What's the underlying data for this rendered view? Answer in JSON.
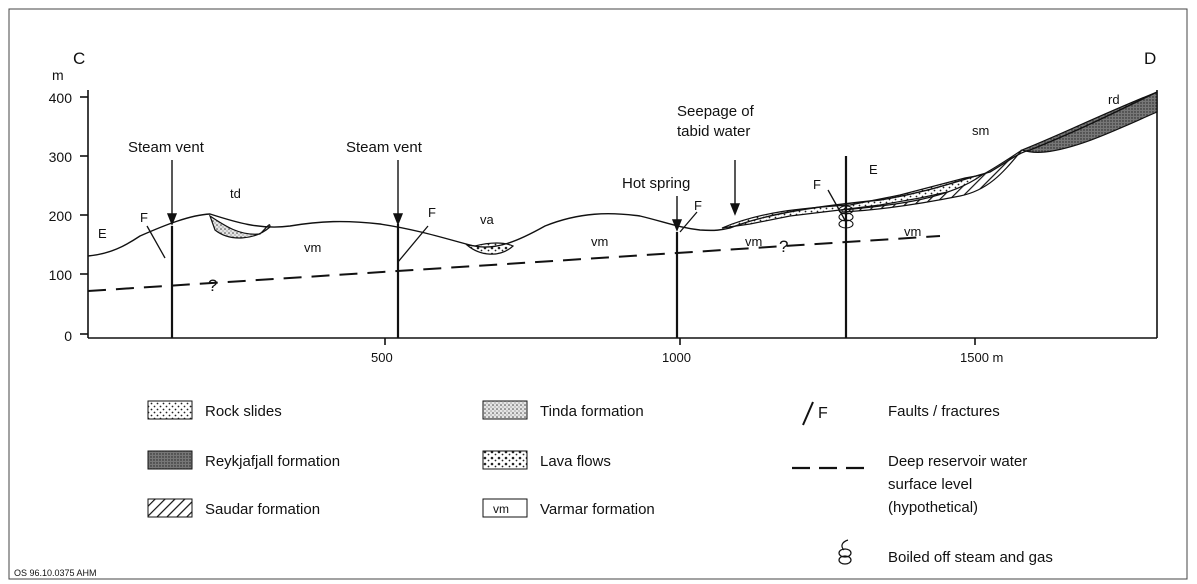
{
  "section": {
    "left_end": "C",
    "right_end": "D",
    "y_unit": "m",
    "y_ticks": [
      "0",
      "100",
      "200",
      "300",
      "400"
    ],
    "x_ticks": [
      "500",
      "1000",
      "1500 m"
    ]
  },
  "annotations": {
    "steam_vent_1": "Steam vent",
    "steam_vent_2": "Steam vent",
    "hot_spring": "Hot spring",
    "seepage_line1": "Seepage of",
    "seepage_line2": "tabid water",
    "question_1": "?",
    "question_2": "?"
  },
  "unit_labels": {
    "e_left": "E",
    "f_1": "F",
    "td": "td",
    "vm_1": "vm",
    "f_2": "F",
    "va": "va",
    "vm_2": "vm",
    "f_3": "F",
    "vm_3": "vm",
    "f_4": "F",
    "e_right": "E",
    "vm_4": "vm",
    "sm": "sm",
    "rd": "rd"
  },
  "legend": {
    "rock_slides": "Rock slides",
    "reykjafjall": "Reykjafjall formation",
    "saudar": "Saudar formation",
    "tinda": "Tinda formation",
    "lava": "Lava flows",
    "varmar": "Varmar formation",
    "varmar_box": "vm",
    "faults": "Faults / fractures",
    "faults_symbol": "F",
    "reservoir_line1": "Deep reservoir water",
    "reservoir_line2": "surface level",
    "reservoir_line3": "(hypothetical)",
    "boiled": "Boiled off steam and gas"
  },
  "footer": {
    "code": "OS 96.10.0375 AHM"
  }
}
